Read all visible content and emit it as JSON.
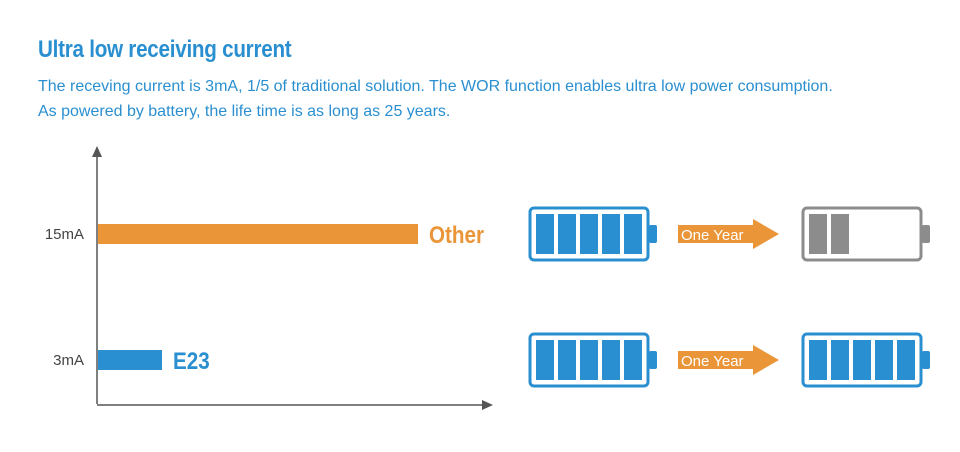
{
  "header": {
    "title": "Ultra low receiving current",
    "line1": "The receving current is 3mA, 1/5 of traditional solution.  The WOR function enables ultra low power consumption.",
    "line2": "As powered by battery, the life time is as long as 25 years."
  },
  "colors": {
    "orange": "#ea9538",
    "blue": "#2a8fd0",
    "gray": "#8c8c8c",
    "axis": "#555555"
  },
  "chart_data": {
    "type": "bar",
    "orientation": "horizontal",
    "categories": [
      "15mA",
      "3mA"
    ],
    "values": [
      15,
      3
    ],
    "series_labels": [
      "Other",
      "E23"
    ],
    "bar_colors": [
      "#ea9538",
      "#2a8fd0"
    ],
    "xlim": [
      0,
      18
    ]
  },
  "comparison": [
    {
      "arrow_label": "One Year",
      "before": {
        "cells": 5,
        "filled": 5,
        "color": "#2a8fd0",
        "icon": "battery-full-icon"
      },
      "after": {
        "cells": 5,
        "filled": 2,
        "color": "#8c8c8c",
        "icon": "battery-low-icon"
      }
    },
    {
      "arrow_label": "One Year",
      "before": {
        "cells": 5,
        "filled": 5,
        "color": "#2a8fd0",
        "icon": "battery-full-icon"
      },
      "after": {
        "cells": 5,
        "filled": 5,
        "color": "#2a8fd0",
        "icon": "battery-full-icon"
      }
    }
  ]
}
